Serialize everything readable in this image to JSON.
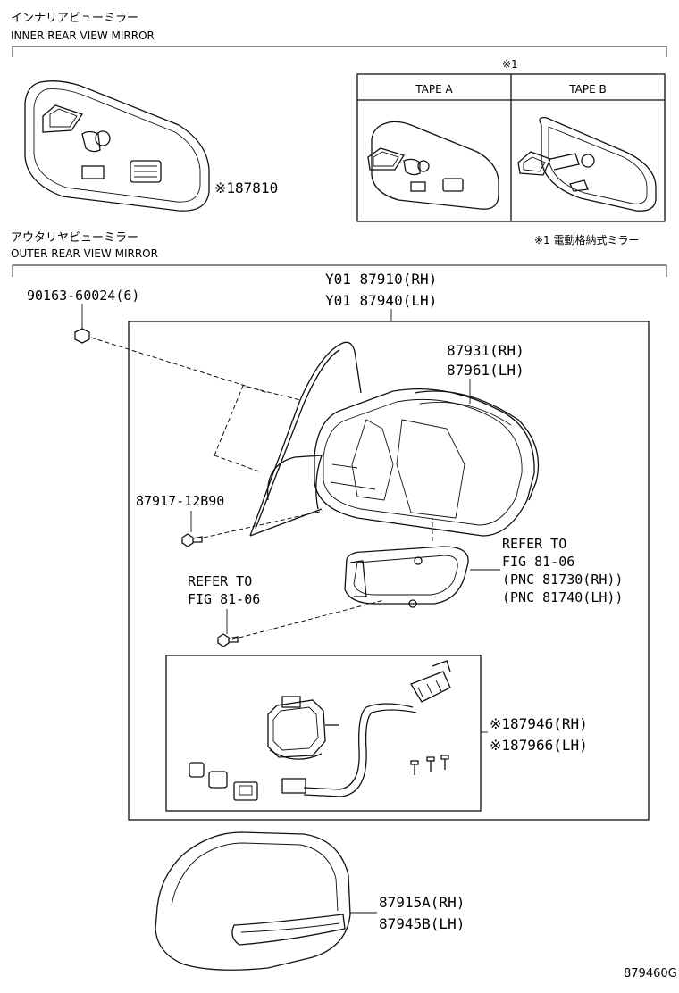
{
  "inner_section": {
    "title_jp": "インナリアビューミラー",
    "title_en": "INNER REAR VIEW MIRROR",
    "part_number": "※187810",
    "note_ref": "※1",
    "tape_a_label": "TAPE A",
    "tape_b_label": "TAPE B",
    "footnote": "※1 電動格納式ミラー"
  },
  "outer_section": {
    "title_jp": "アウタリヤビューミラー",
    "title_en": "OUTER REAR VIEW MIRROR",
    "assembly_rh": "Y01 87910(RH)",
    "assembly_lh": "Y01 87940(LH)",
    "bolt": "90163-60024(6)",
    "housing_rh": "87931(RH)",
    "housing_lh": "87961(LH)",
    "screw": "87917-12B90",
    "refer_right_1": "REFER TO",
    "refer_right_2": "FIG 81-06",
    "refer_right_3": "(PNC 81730(RH))",
    "refer_right_4": "(PNC 81740(LH))",
    "refer_left_1": "REFER TO",
    "refer_left_2": "FIG 81-06",
    "motor_rh": "※187946(RH)",
    "motor_lh": "※187966(LH)",
    "cover_rh": "87915A(RH)",
    "cover_lh": "87945B(LH)"
  },
  "figure_id": "879460G"
}
